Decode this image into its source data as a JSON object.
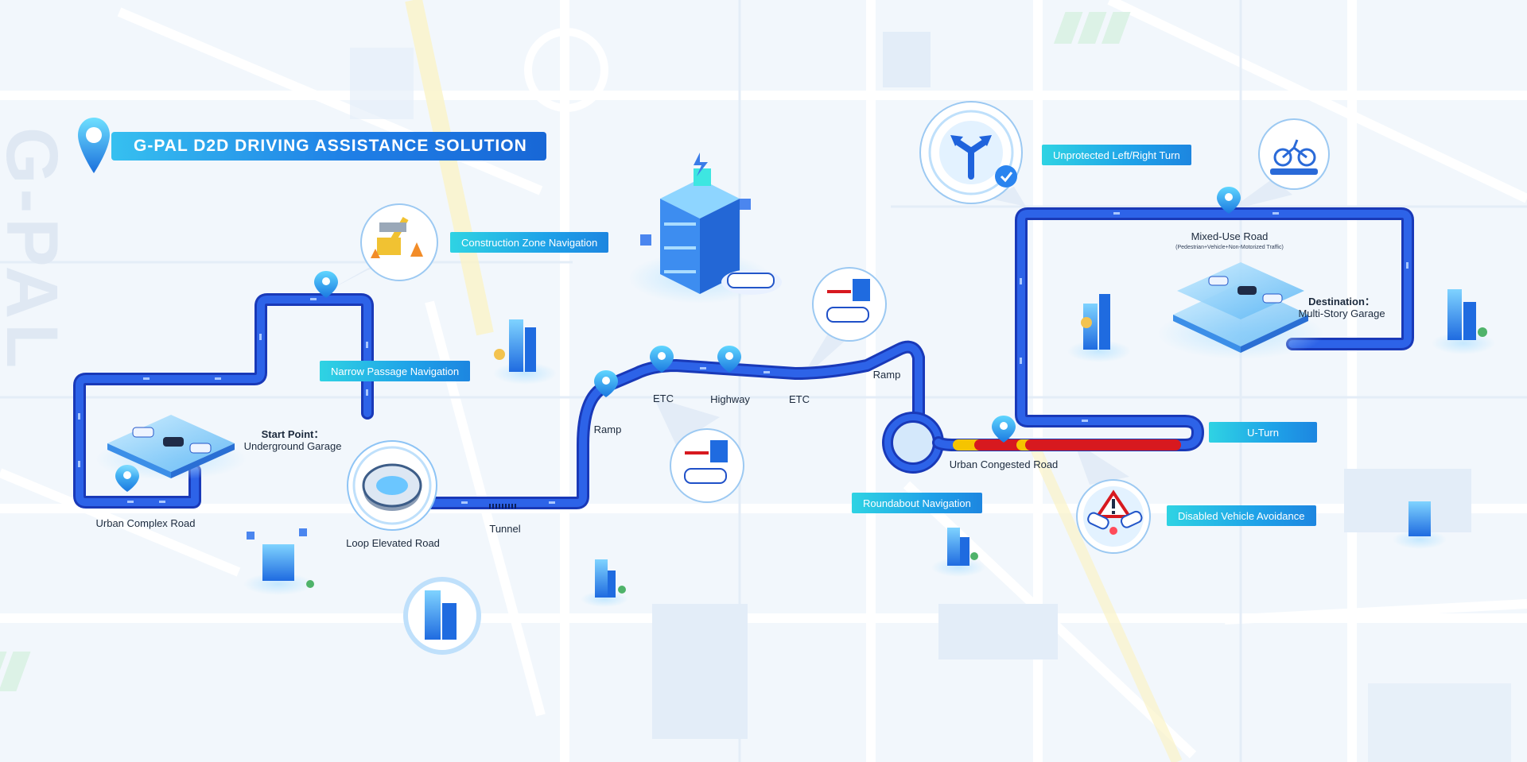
{
  "title": "G-PAL D2D DRIVING ASSISTANCE SOLUTION",
  "watermark": "G-PAL",
  "colors": {
    "route": "#1e4fd9",
    "route_dark": "#1939b8",
    "accent_tag_start": "#2fd3e3",
    "accent_tag_end": "#1d86e0",
    "congestion_red": "#d7191f",
    "congestion_yellow": "#f5c400",
    "background": "#f2f7fc"
  },
  "feature_tags": [
    "Construction Zone Navigation",
    "Narrow Passage Navigation",
    "Unprotected Left/Right Turn",
    "U-Turn",
    "Disabled Vehicle Avoidance",
    "Roundabout Navigation"
  ],
  "route_labels": {
    "urban_complex_road": "Urban Complex Road",
    "start_point_title": "Start Point：",
    "start_point_sub": "Underground Garage",
    "loop_elevated_road": "Loop Elevated Road",
    "tunnel": "Tunnel",
    "ramp_1": "Ramp",
    "etc_1": "ETC",
    "highway": "Highway",
    "etc_2": "ETC",
    "ramp_2": "Ramp",
    "urban_congested_road": "Urban Congested Road",
    "mixed_use_road": "Mixed-Use Road",
    "mixed_use_sub": "(Pedestrian+Vehicle+Non-Motorized Traffic)",
    "destination_title": "Destination：",
    "destination_sub": "Multi-Story Garage"
  },
  "icons": [
    "location-pin-icon",
    "construction-crane-icon",
    "server-cloud-icon",
    "etc-gate-icon",
    "turn-arrow-icon",
    "checkmark-icon",
    "bicycle-icon",
    "warning-triangle-icon",
    "parking-garage-icon",
    "building-icon",
    "loop-elevated-icon"
  ]
}
